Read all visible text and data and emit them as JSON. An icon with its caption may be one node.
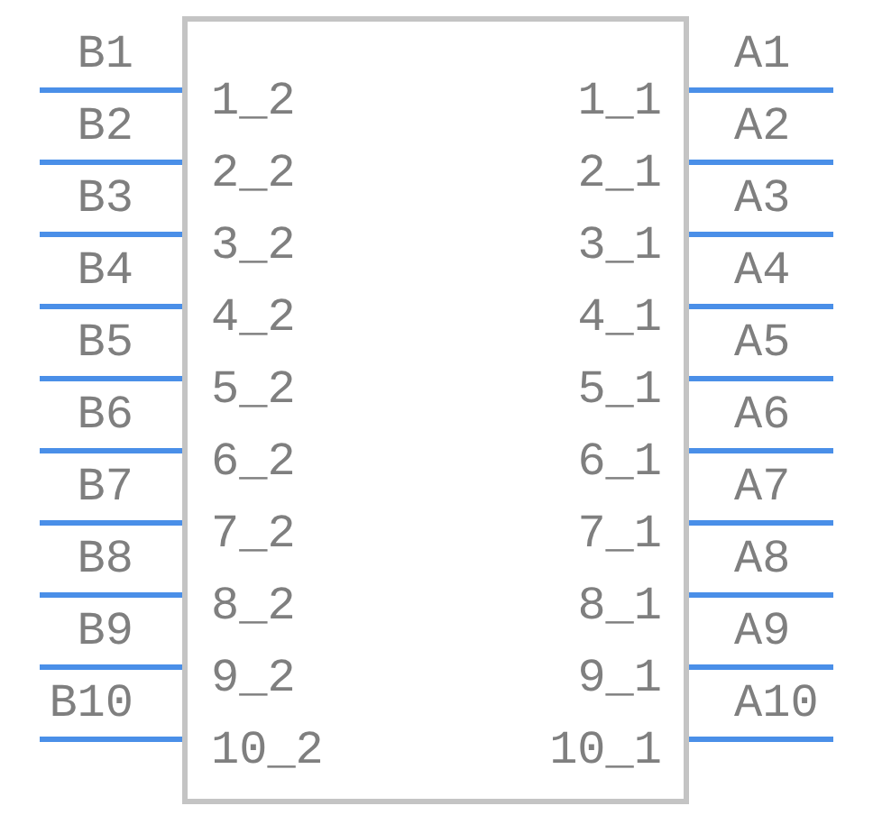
{
  "diagram": {
    "nodes": [
      {
        "text": [],
        "shape": "box"
      },
      {
        "text": [
          "1_2"
        ],
        "in": 0
      },
      {
        "text": [
          "1_1"
        ],
        "in": 0
      },
      {
        "text": [
          "2_2"
        ],
        "in": 0
      },
      {
        "text": [
          "2_1"
        ],
        "in": 0
      },
      {
        "text": [
          "3_2"
        ],
        "in": 0
      },
      {
        "text": [
          "3_1"
        ],
        "in": 0
      },
      {
        "text": [
          "4_2"
        ],
        "in": 0
      },
      {
        "text": [
          "4_1"
        ],
        "in": 0
      },
      {
        "text": [
          "5_2"
        ],
        "in": 0
      },
      {
        "text": [
          "5_1"
        ],
        "in": 0
      },
      {
        "text": [
          "6_2"
        ],
        "in": 0
      },
      {
        "text": [
          "6_1"
        ],
        "in": 0
      },
      {
        "text": [
          "7_2"
        ],
        "in": 0
      },
      {
        "text": [
          "7_1"
        ],
        "in": 0
      },
      {
        "text": [
          "8_2"
        ],
        "in": 0
      },
      {
        "text": [
          "8_1"
        ],
        "in": 0
      },
      {
        "text": [
          "9_2"
        ],
        "in": 0
      },
      {
        "text": [
          "9_1"
        ],
        "in": 0
      },
      {
        "text": [
          "10_2"
        ],
        "in": 0
      },
      {
        "text": [
          "10_1"
        ],
        "in": 0
      }
    ],
    "edges": [
      {
        "from": null,
        "to": 1,
        "arrow": "none"
      },
      {
        "from": null,
        "to": 2,
        "arrow": "none"
      },
      {
        "from": null,
        "to": 3,
        "arrow": "none"
      },
      {
        "from": null,
        "to": 4,
        "arrow": "none"
      },
      {
        "from": null,
        "to": 5,
        "arrow": "none"
      },
      {
        "from": null,
        "to": 6,
        "arrow": "none"
      },
      {
        "from": null,
        "to": 7,
        "arrow": "none"
      },
      {
        "from": null,
        "to": 8,
        "arrow": "none"
      },
      {
        "from": null,
        "to": 9,
        "arrow": "none"
      },
      {
        "from": null,
        "to": 10,
        "arrow": "none"
      },
      {
        "from": null,
        "to": 11,
        "arrow": "none"
      },
      {
        "from": null,
        "to": 12,
        "arrow": "none"
      },
      {
        "from": null,
        "to": 13,
        "arrow": "none"
      },
      {
        "from": null,
        "to": 14,
        "arrow": "none"
      },
      {
        "from": null,
        "to": 15,
        "arrow": "none"
      },
      {
        "from": null,
        "to": 16,
        "arrow": "none"
      },
      {
        "from": null,
        "to": 17,
        "arrow": "none"
      },
      {
        "from": null,
        "to": 18,
        "arrow": "none"
      },
      {
        "from": null,
        "to": 19,
        "arrow": "none"
      },
      {
        "from": null,
        "to": 20,
        "arrow": "none"
      }
    ],
    "labels": [
      "B1",
      "A1",
      "B2",
      "A2",
      "B3",
      "A3",
      "B4",
      "A4",
      "B5",
      "A5",
      "B6",
      "A6",
      "B7",
      "A7",
      "B8",
      "A8",
      "B9",
      "A9",
      "B10",
      "A10"
    ]
  }
}
